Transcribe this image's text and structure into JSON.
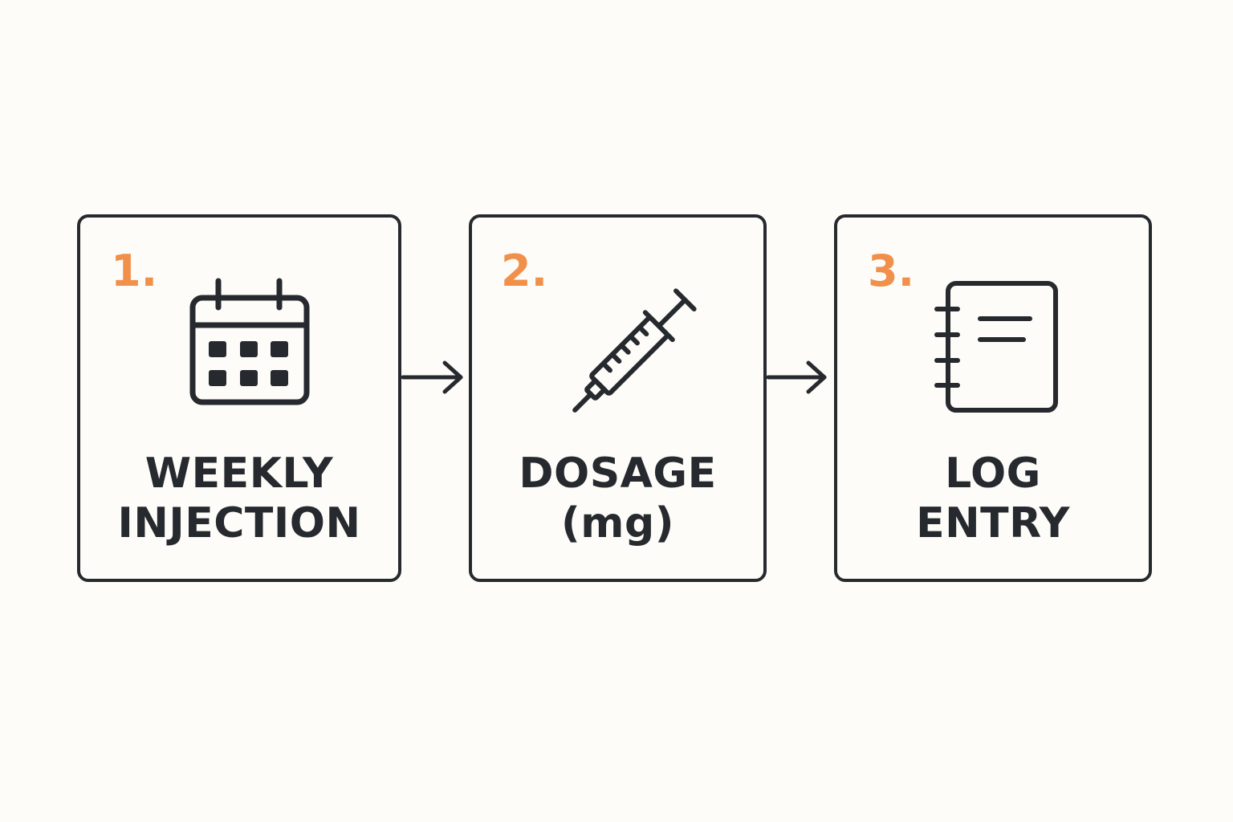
{
  "colors": {
    "background": "#fdfcf8",
    "ink": "#262a2e",
    "accent": "#f0904a"
  },
  "steps": [
    {
      "number": "1.",
      "icon": "calendar-icon",
      "label_line1": "WEEKLY",
      "label_line2": "INJECTION"
    },
    {
      "number": "2.",
      "icon": "syringe-icon",
      "label_line1": "DOSAGE",
      "label_line2": "(mg)"
    },
    {
      "number": "3.",
      "icon": "notebook-icon",
      "label_line1": "LOG",
      "label_line2": "ENTRY"
    }
  ],
  "connectors": [
    {
      "from": "1.",
      "to": "2.",
      "icon": "arrow-right-icon"
    },
    {
      "from": "2.",
      "to": "3.",
      "icon": "arrow-right-icon"
    }
  ]
}
